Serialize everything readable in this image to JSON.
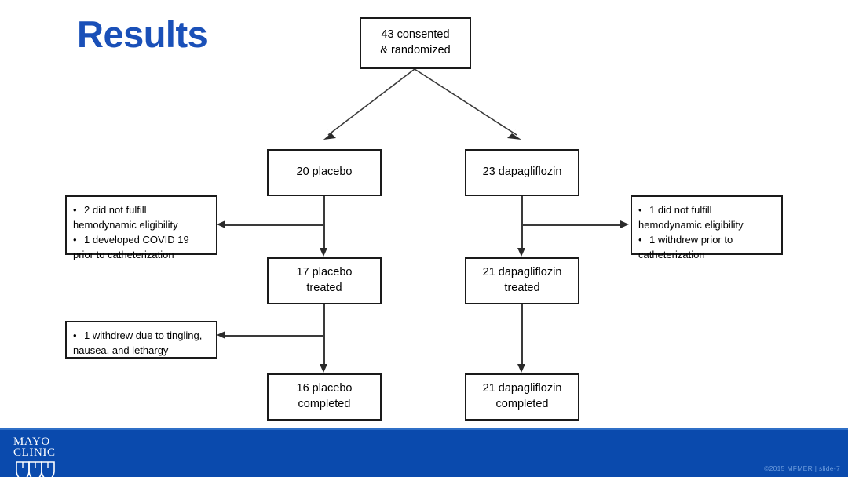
{
  "slide": {
    "title": "Results",
    "title_color": "#1a50b8",
    "footer_color": "#0a4aad",
    "copyright": "©2015 MFMER  |  slide-7",
    "logo": {
      "line1": "MAYO",
      "line2": "CLINIC",
      "emblem": "mayo-three-shields"
    }
  },
  "flowchart": {
    "type": "consort-flow-diagram",
    "nodes": {
      "enrollment": {
        "line1": "43 consented",
        "line2": "& randomized"
      },
      "placebo_allocated": {
        "line1": "20 placebo"
      },
      "dapagliflozin_allocated": {
        "line1": "23 dapagliflozin"
      },
      "placebo_treated": {
        "line1": "17 placebo",
        "line2": "treated"
      },
      "dapagliflozin_treated": {
        "line1": "21 dapagliflozin",
        "line2": "treated"
      },
      "placebo_completed": {
        "line1": "16 placebo",
        "line2": "completed"
      },
      "dapagliflozin_completed": {
        "line1": "21 dapagliflozin",
        "line2": "completed"
      }
    },
    "exclusions": {
      "placebo_pre_treatment": {
        "b1_l1": "2 did not fulfill",
        "b1_l2": "hemodynamic eligibility",
        "b2_l1": "1 developed COVID 19",
        "b2_l2": "prior to catheterization"
      },
      "dapagliflozin_pre_treatment": {
        "b1_l1": "1 did not fulfill",
        "b1_l2": "hemodynamic eligibility",
        "b2_l1": "1 withdrew prior to",
        "b2_l2": "catheterization"
      },
      "placebo_post_treatment": {
        "b1_l1": "1 withdrew due to tingling,",
        "b1_l2": "nausea, and lethargy"
      }
    },
    "bullet_glyph": "•"
  }
}
